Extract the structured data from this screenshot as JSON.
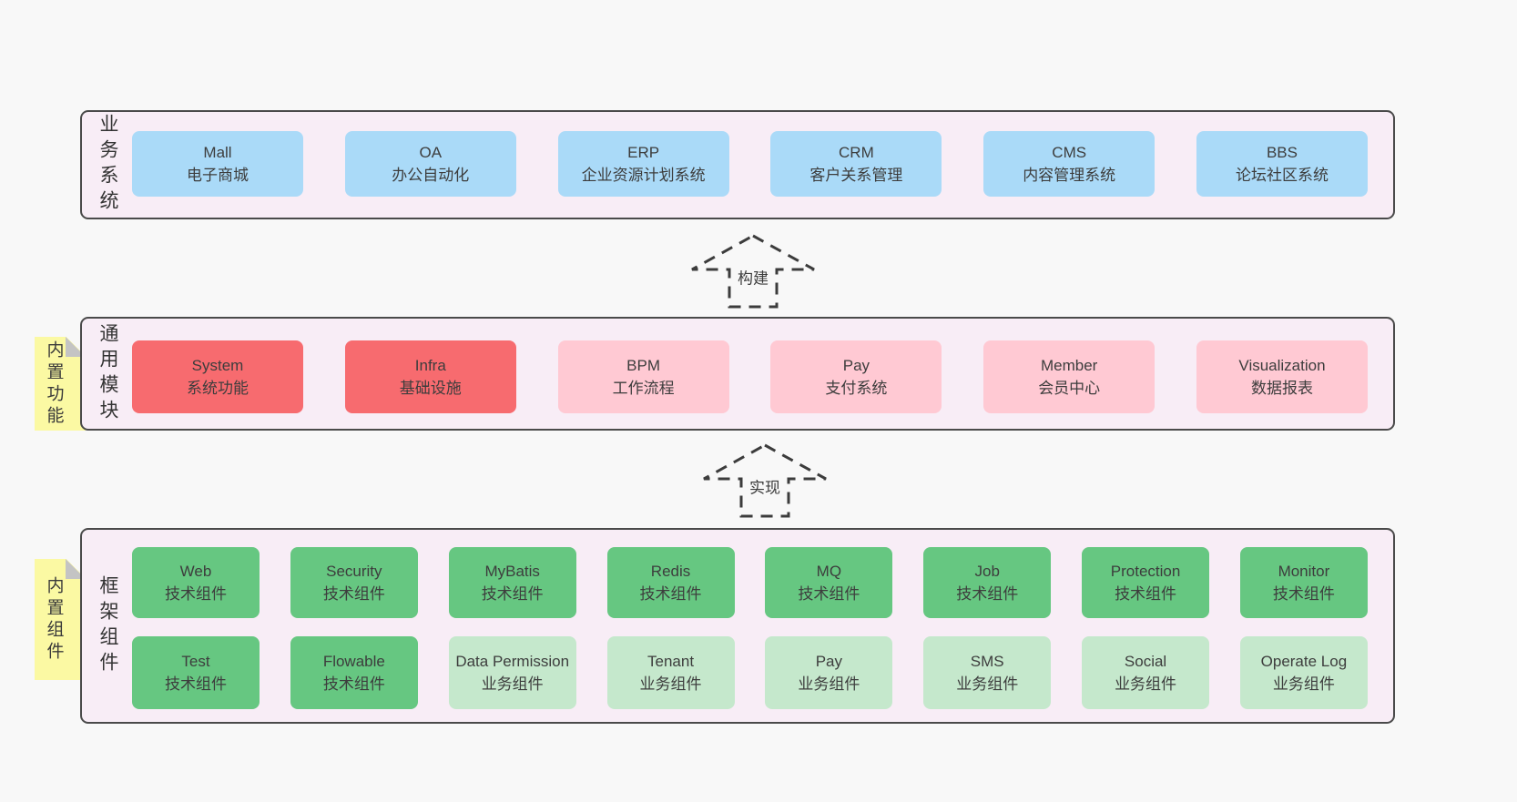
{
  "colors": {
    "page_bg": "#f8f8f8",
    "band_bg": "#f8edf6",
    "band_border": "#4a4a4a",
    "blue": "#aadaf8",
    "red": "#f76b6f",
    "pink": "#ffc9d3",
    "green": "#66c781",
    "light_green": "#c5e8cc",
    "sticky_yellow": "#fbf9a3",
    "text": "#3d3d3d"
  },
  "arrows": {
    "build": "构建",
    "implement": "实现"
  },
  "bands": {
    "business": {
      "label": "业务系统",
      "items": [
        {
          "en": "Mall",
          "zh": "电子商城"
        },
        {
          "en": "OA",
          "zh": "办公自动化"
        },
        {
          "en": "ERP",
          "zh": "企业资源计划系统"
        },
        {
          "en": "CRM",
          "zh": "客户关系管理"
        },
        {
          "en": "CMS",
          "zh": "内容管理系统"
        },
        {
          "en": "BBS",
          "zh": "论坛社区系统"
        }
      ]
    },
    "modules": {
      "label": "通用模块",
      "sticky": "内置功能",
      "items": [
        {
          "en": "System",
          "zh": "系统功能"
        },
        {
          "en": "Infra",
          "zh": "基础设施"
        },
        {
          "en": "BPM",
          "zh": "工作流程"
        },
        {
          "en": "Pay",
          "zh": "支付系统"
        },
        {
          "en": "Member",
          "zh": "会员中心"
        },
        {
          "en": "Visualization",
          "zh": "数据报表"
        }
      ]
    },
    "components": {
      "label": "框架组件",
      "sticky": "内置组件",
      "row1": [
        {
          "en": "Web",
          "zh": "技术组件"
        },
        {
          "en": "Security",
          "zh": "技术组件"
        },
        {
          "en": "MyBatis",
          "zh": "技术组件"
        },
        {
          "en": "Redis",
          "zh": "技术组件"
        },
        {
          "en": "MQ",
          "zh": "技术组件"
        },
        {
          "en": "Job",
          "zh": "技术组件"
        },
        {
          "en": "Protection",
          "zh": "技术组件"
        },
        {
          "en": "Monitor",
          "zh": "技术组件"
        }
      ],
      "row2": [
        {
          "en": "Test",
          "zh": "技术组件"
        },
        {
          "en": "Flowable",
          "zh": "技术组件"
        },
        {
          "en": "Data Permission",
          "zh": "业务组件"
        },
        {
          "en": "Tenant",
          "zh": "业务组件"
        },
        {
          "en": "Pay",
          "zh": "业务组件"
        },
        {
          "en": "SMS",
          "zh": "业务组件"
        },
        {
          "en": "Social",
          "zh": "业务组件"
        },
        {
          "en": "Operate Log",
          "zh": "业务组件"
        }
      ]
    }
  }
}
